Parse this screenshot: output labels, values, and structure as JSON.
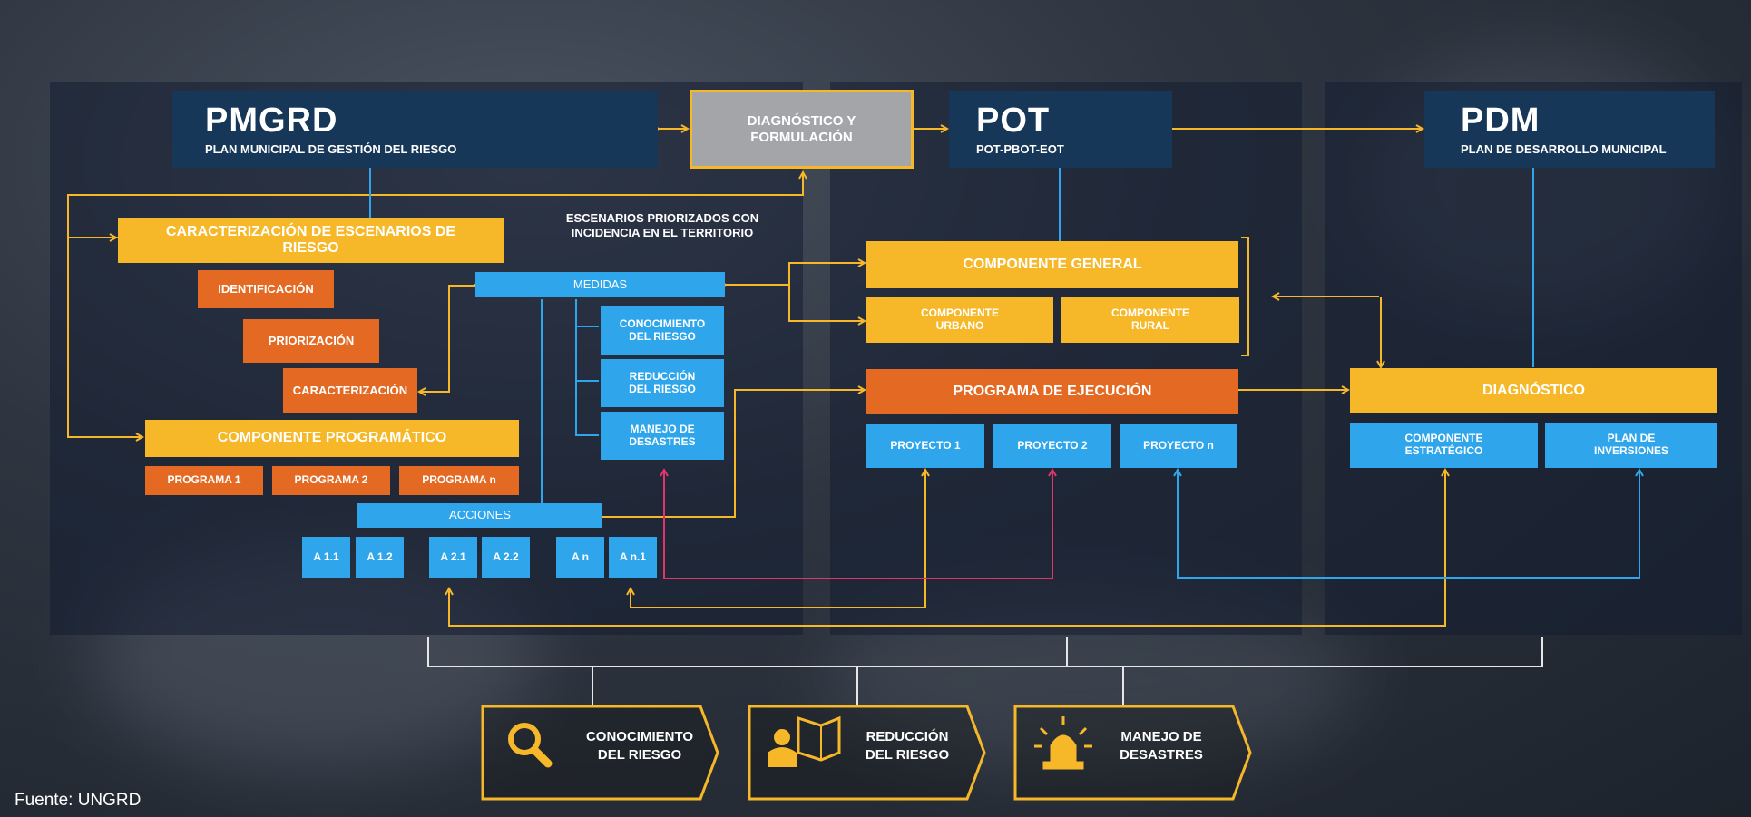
{
  "pmgrd": {
    "title": "PMGRD",
    "subtitle": "PLAN MUNICIPAL DE GESTIÓN DEL RIESGO"
  },
  "diagnostico_formulacion": {
    "line1": "DIAGNÓSTICO Y",
    "line2": "FORMULACIÓN"
  },
  "pot": {
    "title": "POT",
    "subtitle": "POT-PBOT-EOT"
  },
  "pdm": {
    "title": "PDM",
    "subtitle": "PLAN DE  DESARROLLO MUNICIPAL"
  },
  "caracterizacion_escenarios": "CARACTERIZACIÓN DE ESCENARIOS DE RIESGO",
  "identificacion": "IDENTIFICACIÓN",
  "priorizacion": "PRIORIZACIÓN",
  "caracterizacion": "CARACTERIZACIÓN",
  "escenarios_priorizados": {
    "line1": "ESCENARIOS PRIORIZADOS CON",
    "line2": "INCIDENCIA EN EL TERRITORIO"
  },
  "medidas": "MEDIDAS",
  "medidas_items": [
    {
      "line1": "CONOCIMIENTO",
      "line2": "DEL RIESGO"
    },
    {
      "line1": "REDUCCIÓN",
      "line2": "DEL RIESGO"
    },
    {
      "line1": "MANEJO DE",
      "line2": "DESASTRES"
    }
  ],
  "componente_programatico": "COMPONENTE PROGRAMÁTICO",
  "programas": [
    "PROGRAMA 1",
    "PROGRAMA 2",
    "PROGRAMA n"
  ],
  "acciones": "ACCIONES",
  "acciones_items": [
    "A 1.1",
    "A 1.2",
    "A 2.1",
    "A 2.2",
    "A n",
    "A n.1"
  ],
  "componente_general": "COMPONENTE GENERAL",
  "componente_urbano": {
    "line1": "COMPONENTE",
    "line2": "URBANO"
  },
  "componente_rural": {
    "line1": "COMPONENTE",
    "line2": "RURAL"
  },
  "programa_ejecucion": "PROGRAMA DE EJECUCIÓN",
  "proyectos": [
    "PROYECTO 1",
    "PROYECTO 2",
    "PROYECTO n"
  ],
  "diagnostico": "DIAGNÓSTICO",
  "componente_estrategico": {
    "line1": "COMPONENTE",
    "line2": "ESTRATÉGICO"
  },
  "plan_inversiones": {
    "line1": "PLAN DE",
    "line2": "INVERSIONES"
  },
  "bottom": [
    {
      "line1": "CONOCIMIENTO",
      "line2": "DEL RIESGO",
      "icon": "magnifier-icon"
    },
    {
      "line1": "REDUCCIÓN",
      "line2": "DEL RIESGO",
      "icon": "worker-map-icon"
    },
    {
      "line1": "MANEJO DE",
      "line2": "DESASTRES",
      "icon": "siren-icon"
    }
  ],
  "fuente": "Fuente: UNGRD",
  "colors": {
    "navy": "#173759",
    "gold": "#f6b828",
    "orange": "#e46a24",
    "blue": "#2fa6ec",
    "pink": "#e0356c",
    "gray": "#a3a5a8"
  }
}
